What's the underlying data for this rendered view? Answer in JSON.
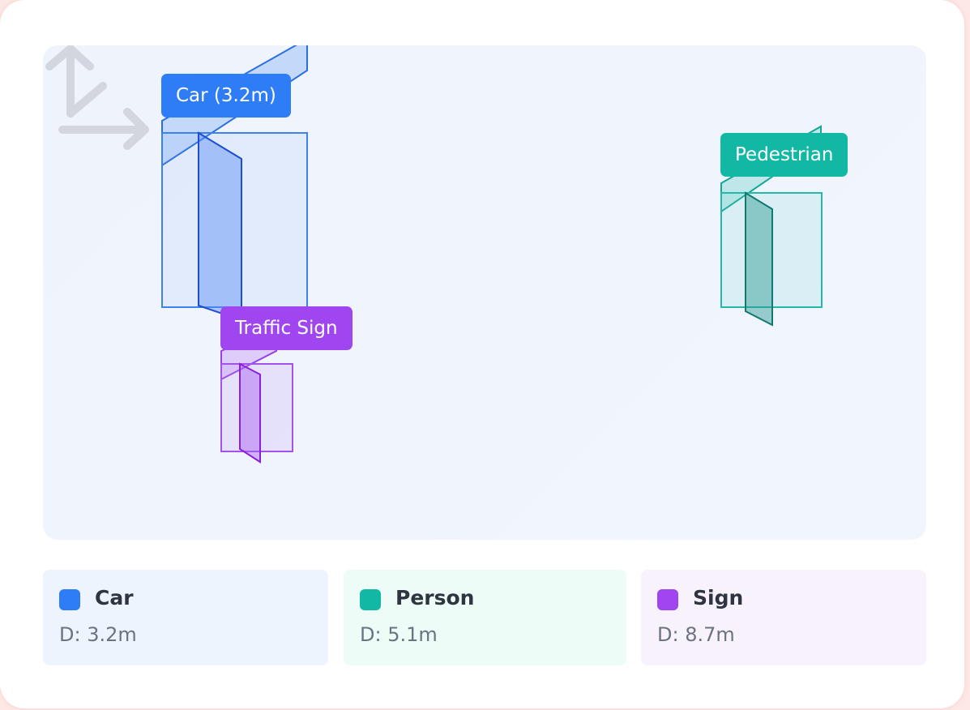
{
  "colors": {
    "car": "#2f7df6",
    "person": "#12b8a4",
    "sign": "#a046f0",
    "axes_icon": "#d3d6de"
  },
  "scene": {
    "axes_icon_name": "axes-3d-icon",
    "labels": {
      "car": "Car (3.2m)",
      "pedestrian": "Pedestrian",
      "traffic_sign": "Traffic Sign"
    }
  },
  "legend": [
    {
      "name": "Car",
      "distance": "D: 3.2m"
    },
    {
      "name": "Person",
      "distance": "D: 5.1m"
    },
    {
      "name": "Sign",
      "distance": "D: 8.7m"
    }
  ]
}
